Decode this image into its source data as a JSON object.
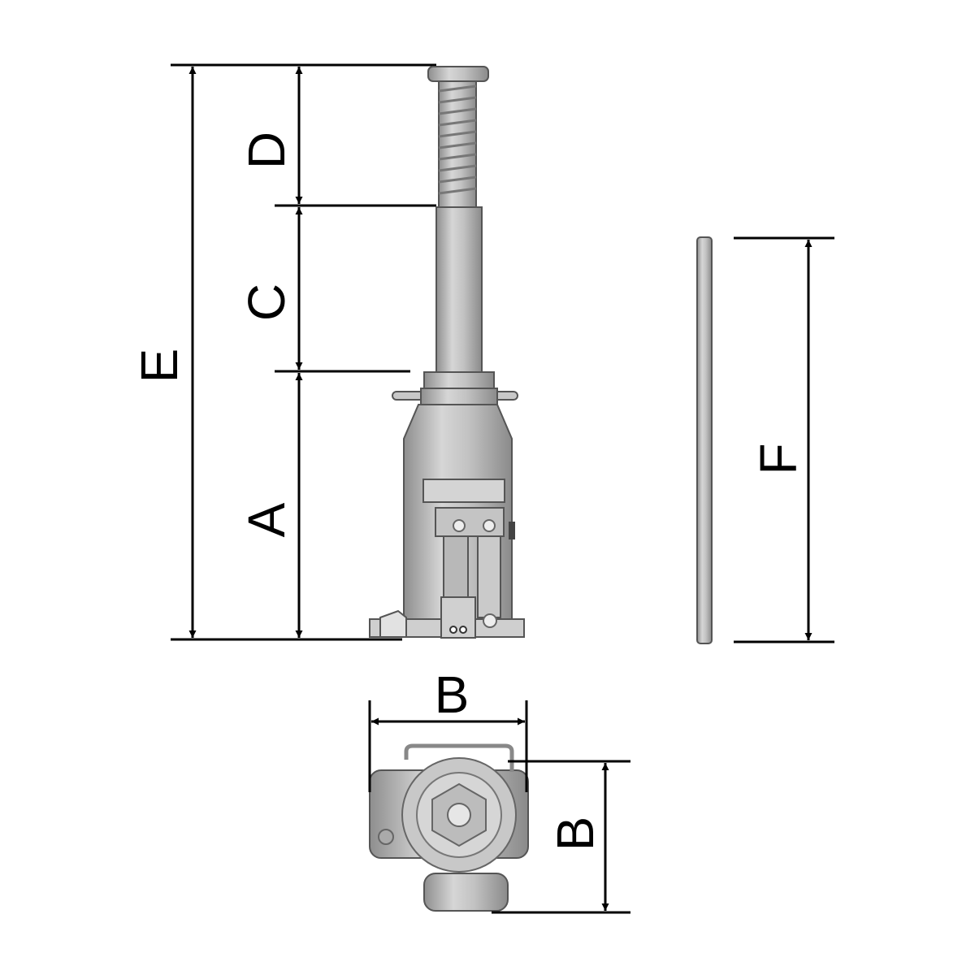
{
  "labels": {
    "E": "E",
    "D": "D",
    "C": "C",
    "A": "A",
    "F": "F",
    "B_width": "B",
    "B_depth": "B"
  },
  "colors": {
    "line": "#000000",
    "metal_light": "#d8d8d8",
    "metal_mid": "#b4b4b4",
    "metal_dark": "#8a8a8a"
  }
}
